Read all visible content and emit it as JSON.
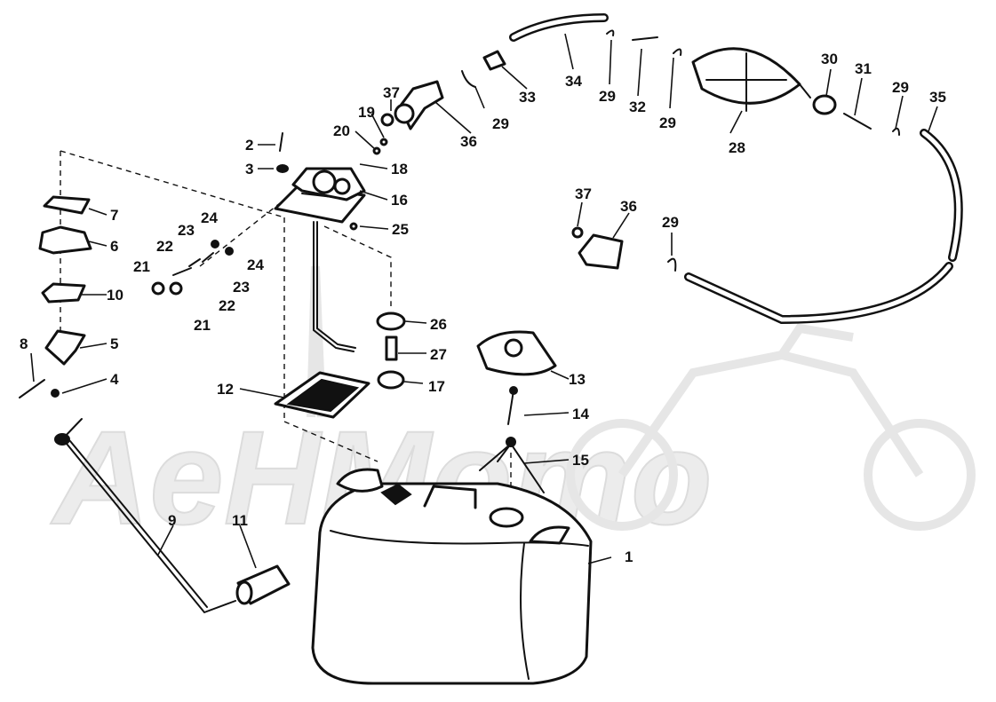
{
  "diagram": {
    "callouts": [
      {
        "id": "c1",
        "label": "1"
      },
      {
        "id": "c2",
        "label": "2"
      },
      {
        "id": "c3",
        "label": "3"
      },
      {
        "id": "c4",
        "label": "4"
      },
      {
        "id": "c5",
        "label": "5"
      },
      {
        "id": "c6",
        "label": "6"
      },
      {
        "id": "c7",
        "label": "7"
      },
      {
        "id": "c8",
        "label": "8"
      },
      {
        "id": "c9",
        "label": "9"
      },
      {
        "id": "c10",
        "label": "10"
      },
      {
        "id": "c11",
        "label": "11"
      },
      {
        "id": "c12",
        "label": "12"
      },
      {
        "id": "c13",
        "label": "13"
      },
      {
        "id": "c14",
        "label": "14"
      },
      {
        "id": "c15",
        "label": "15"
      },
      {
        "id": "c16",
        "label": "16"
      },
      {
        "id": "c17",
        "label": "17"
      },
      {
        "id": "c18",
        "label": "18"
      },
      {
        "id": "c19",
        "label": "19"
      },
      {
        "id": "c20",
        "label": "20"
      },
      {
        "id": "c21a",
        "label": "21"
      },
      {
        "id": "c21b",
        "label": "21"
      },
      {
        "id": "c22a",
        "label": "22"
      },
      {
        "id": "c22b",
        "label": "22"
      },
      {
        "id": "c23a",
        "label": "23"
      },
      {
        "id": "c23b",
        "label": "23"
      },
      {
        "id": "c24a",
        "label": "24"
      },
      {
        "id": "c24b",
        "label": "24"
      },
      {
        "id": "c25",
        "label": "25"
      },
      {
        "id": "c26",
        "label": "26"
      },
      {
        "id": "c27",
        "label": "27"
      },
      {
        "id": "c28",
        "label": "28"
      },
      {
        "id": "c29a",
        "label": "29"
      },
      {
        "id": "c29b",
        "label": "29"
      },
      {
        "id": "c29c",
        "label": "29"
      },
      {
        "id": "c29d",
        "label": "29"
      },
      {
        "id": "c29e",
        "label": "29"
      },
      {
        "id": "c30",
        "label": "30"
      },
      {
        "id": "c31",
        "label": "31"
      },
      {
        "id": "c32",
        "label": "32"
      },
      {
        "id": "c33",
        "label": "33"
      },
      {
        "id": "c34",
        "label": "34"
      },
      {
        "id": "c35",
        "label": "35"
      },
      {
        "id": "c36a",
        "label": "36"
      },
      {
        "id": "c36b",
        "label": "36"
      },
      {
        "id": "c37a",
        "label": "37"
      },
      {
        "id": "c37b",
        "label": "37"
      }
    ],
    "watermark": {
      "text": "AeHMomo"
    }
  }
}
